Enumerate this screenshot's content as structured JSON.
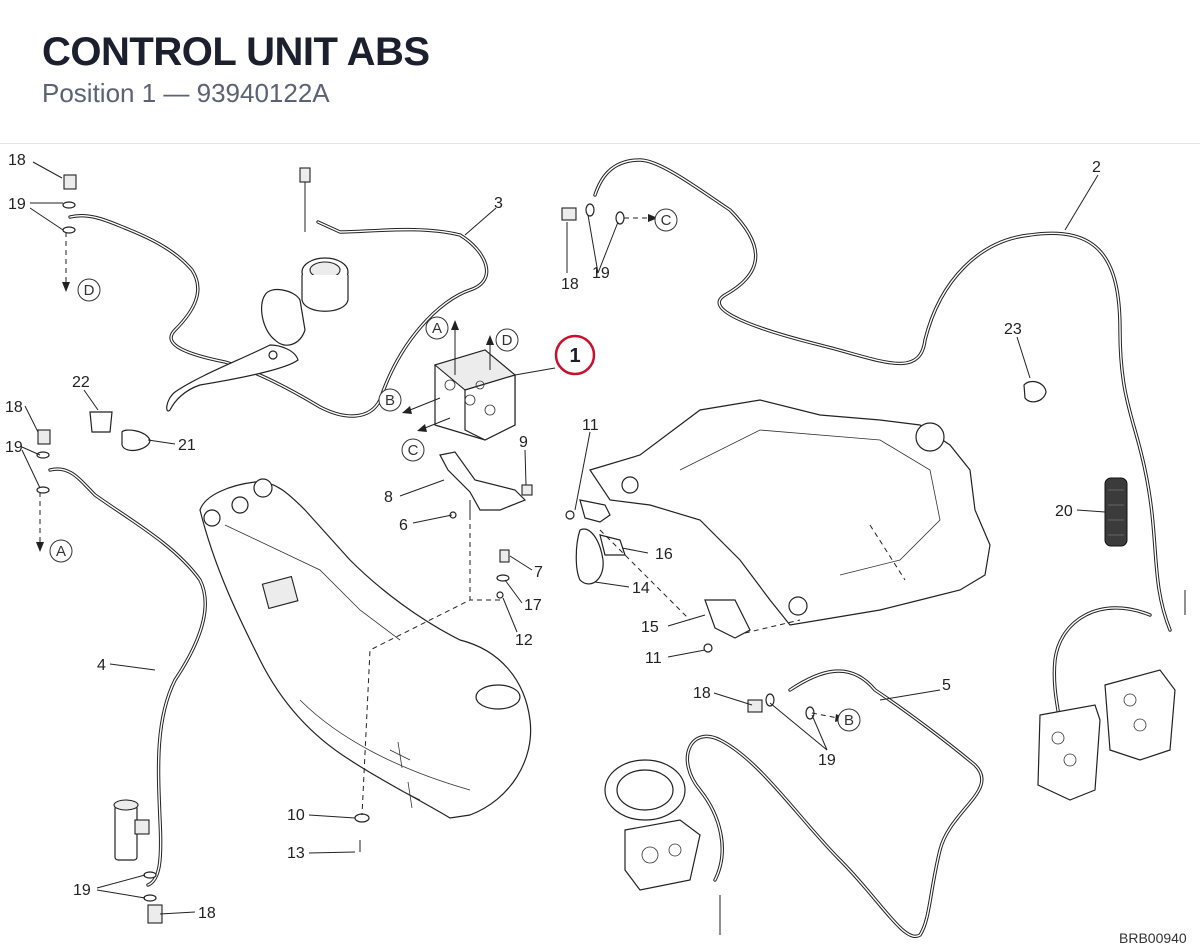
{
  "header": {
    "title": "CONTROL UNIT ABS",
    "subtitle": "Position 1 — 93940122A"
  },
  "callouts": {
    "main": "1",
    "p2": "2",
    "p3": "3",
    "p4": "4",
    "p5": "5",
    "p6": "6",
    "p7": "7",
    "p8": "8",
    "p9": "9",
    "p10": "10",
    "p11a": "11",
    "p11b": "11",
    "p12": "12",
    "p13": "13",
    "p14": "14",
    "p15": "15",
    "p16": "16",
    "p17": "17",
    "p18a": "18",
    "p18b": "18",
    "p18c": "18",
    "p18d": "18",
    "p18e": "18",
    "p19a": "19",
    "p19b": "19",
    "p19c": "19",
    "p19d": "19",
    "p19e": "19",
    "p20": "20",
    "p21": "21",
    "p22": "22",
    "p23": "23"
  },
  "connectors": {
    "A1": "A",
    "A2": "A",
    "B1": "B",
    "B2": "B",
    "C1": "C",
    "C2": "C",
    "D1": "D",
    "D2": "D"
  },
  "drawing_code": "BRB00940",
  "colors": {
    "highlight": "#c8102e",
    "ink": "#222222",
    "title": "#1b1f2e",
    "subtitle": "#5a6275"
  }
}
